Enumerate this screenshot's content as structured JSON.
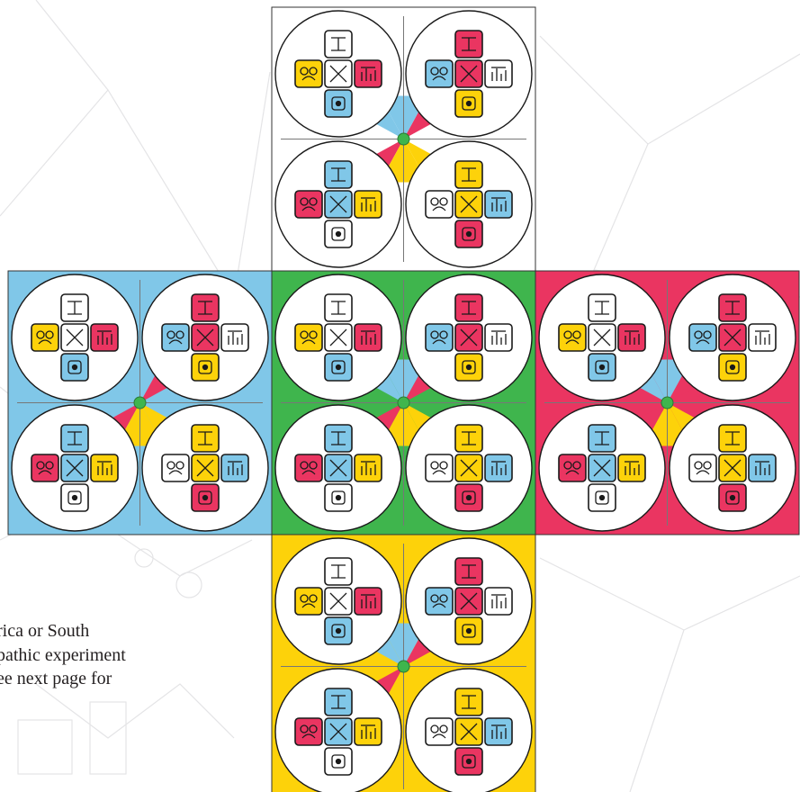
{
  "body_text": {
    "line1": "rica or South",
    "line2": "pathic experiment",
    "line3": "ee next page for"
  },
  "colors": {
    "white": "#ffffff",
    "blue": "#80c7e8",
    "green": "#3fb54d",
    "red": "#ea3561",
    "yellow": "#fdd20a",
    "ink": "#1a1a1a"
  },
  "faces": [
    {
      "name": "top",
      "color": "white",
      "circles": [
        {
          "top": "white",
          "left": "yellow",
          "center": "white",
          "right": "red",
          "bottom": "blue"
        },
        {
          "top": "red",
          "left": "blue",
          "center": "red",
          "right": "white",
          "bottom": "yellow"
        },
        {
          "top": "blue",
          "left": "red",
          "center": "blue",
          "right": "yellow",
          "bottom": "white"
        },
        {
          "top": "yellow",
          "left": "white",
          "center": "yellow",
          "right": "blue",
          "bottom": "red"
        }
      ]
    },
    {
      "name": "left",
      "color": "blue",
      "circles": [
        {
          "top": "white",
          "left": "yellow",
          "center": "white",
          "right": "red",
          "bottom": "blue"
        },
        {
          "top": "red",
          "left": "blue",
          "center": "red",
          "right": "white",
          "bottom": "yellow"
        },
        {
          "top": "blue",
          "left": "red",
          "center": "blue",
          "right": "yellow",
          "bottom": "white"
        },
        {
          "top": "yellow",
          "left": "white",
          "center": "yellow",
          "right": "blue",
          "bottom": "red"
        }
      ]
    },
    {
      "name": "front",
      "color": "green",
      "circles": [
        {
          "top": "white",
          "left": "yellow",
          "center": "white",
          "right": "red",
          "bottom": "blue"
        },
        {
          "top": "red",
          "left": "blue",
          "center": "red",
          "right": "white",
          "bottom": "yellow"
        },
        {
          "top": "blue",
          "left": "red",
          "center": "blue",
          "right": "yellow",
          "bottom": "white"
        },
        {
          "top": "yellow",
          "left": "white",
          "center": "yellow",
          "right": "blue",
          "bottom": "red"
        }
      ]
    },
    {
      "name": "right",
      "color": "red",
      "circles": [
        {
          "top": "white",
          "left": "yellow",
          "center": "white",
          "right": "red",
          "bottom": "blue"
        },
        {
          "top": "red",
          "left": "blue",
          "center": "red",
          "right": "white",
          "bottom": "yellow"
        },
        {
          "top": "blue",
          "left": "red",
          "center": "blue",
          "right": "yellow",
          "bottom": "white"
        },
        {
          "top": "yellow",
          "left": "white",
          "center": "yellow",
          "right": "blue",
          "bottom": "red"
        }
      ]
    },
    {
      "name": "bottom",
      "color": "yellow",
      "circles": [
        {
          "top": "white",
          "left": "yellow",
          "center": "white",
          "right": "red",
          "bottom": "blue"
        },
        {
          "top": "red",
          "left": "blue",
          "center": "red",
          "right": "white",
          "bottom": "yellow"
        },
        {
          "top": "blue",
          "left": "red",
          "center": "blue",
          "right": "yellow",
          "bottom": "white"
        },
        {
          "top": "yellow",
          "left": "white",
          "center": "yellow",
          "right": "blue",
          "bottom": "red"
        }
      ]
    }
  ]
}
